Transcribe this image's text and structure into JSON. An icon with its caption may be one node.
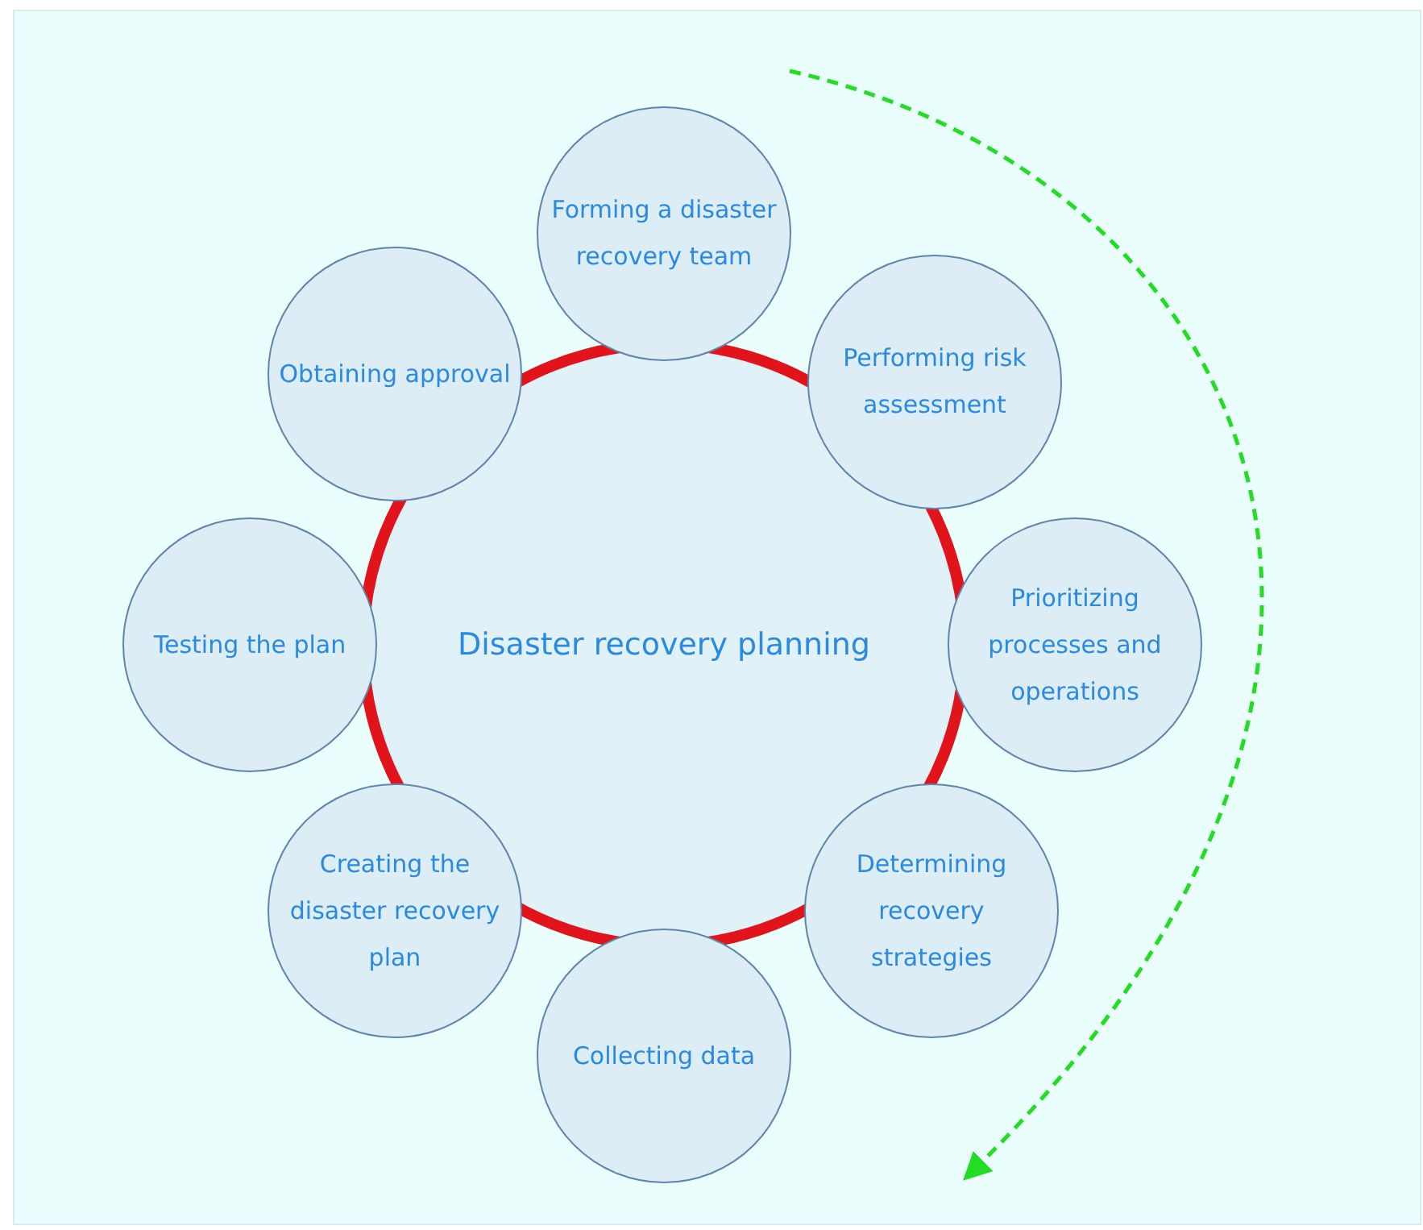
{
  "diagram": {
    "nodes": [
      {
        "text": [
          "Disaster recovery planning"
        ]
      },
      {
        "text": [
          "Forming a disaster recovery team"
        ]
      },
      {
        "text": [
          "Performing risk assessment"
        ]
      },
      {
        "text": [
          "Prioritizing processes and operations"
        ]
      },
      {
        "text": [
          "Determining recovery strategies"
        ]
      },
      {
        "text": [
          "Collecting data"
        ]
      },
      {
        "text": [
          "Creating the disaster recovery plan"
        ]
      },
      {
        "text": [
          "Testing the plan"
        ]
      },
      {
        "text": [
          "Obtaining approval"
        ]
      }
    ]
  }
}
